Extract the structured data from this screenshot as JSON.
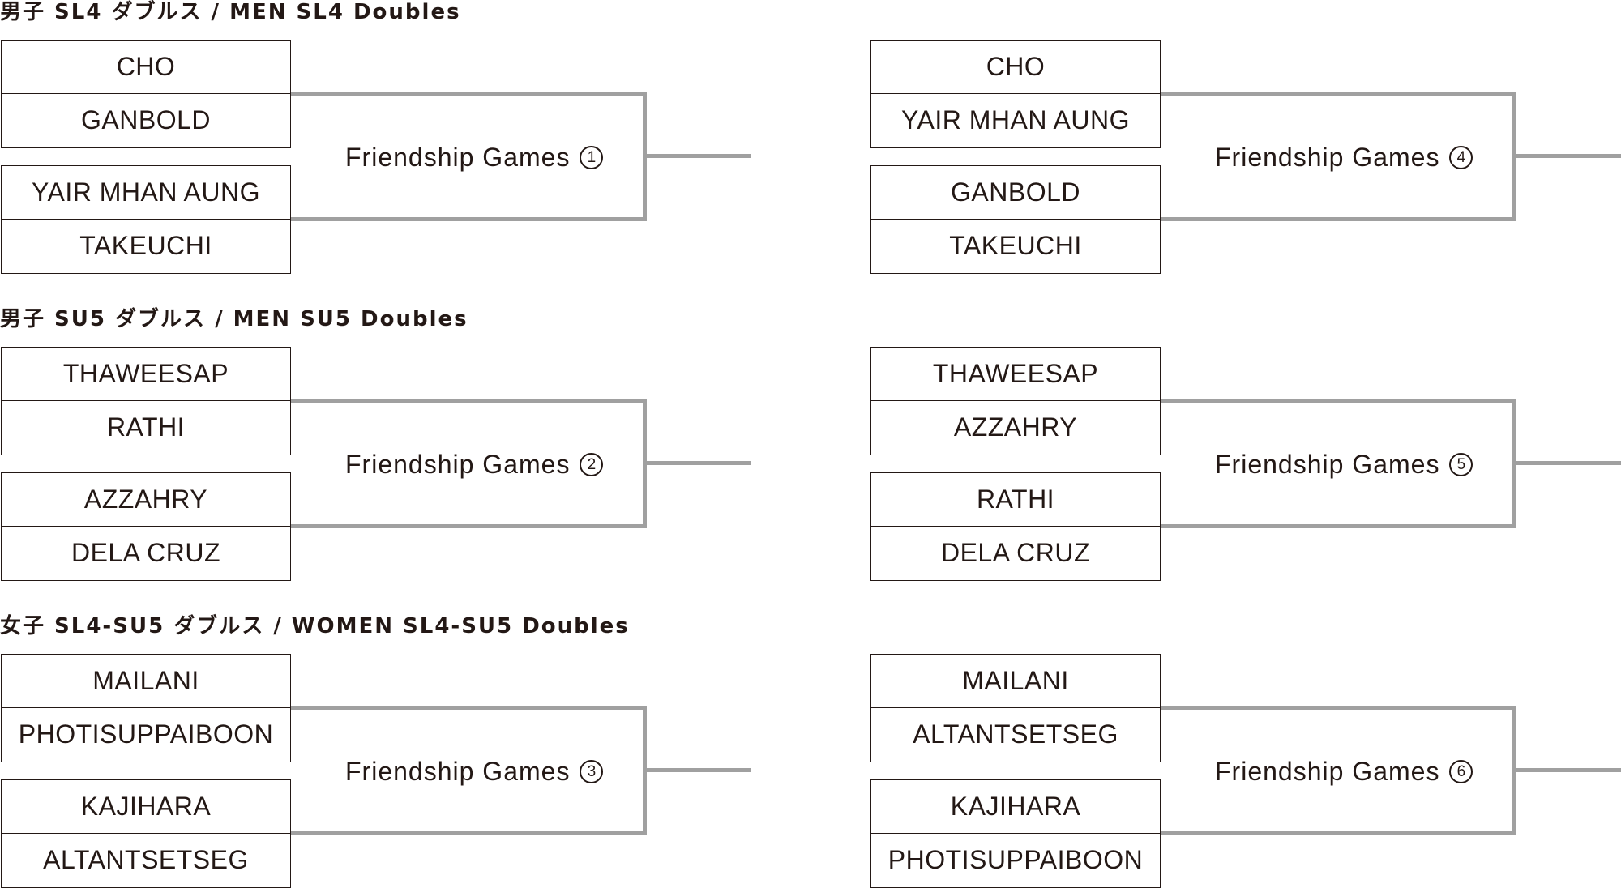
{
  "sections": [
    {
      "title": "男子 SL4 ダブルス / MEN SL4 Doubles",
      "brackets": [
        {
          "team_a": [
            "CHO",
            "GANBOLD"
          ],
          "team_b": [
            "YAIR MHAN AUNG",
            "TAKEUCHI"
          ],
          "match_label": "Friendship Games",
          "match_number": "1"
        },
        {
          "team_a": [
            "CHO",
            "YAIR MHAN AUNG"
          ],
          "team_b": [
            "GANBOLD",
            "TAKEUCHI"
          ],
          "match_label": "Friendship Games",
          "match_number": "4"
        }
      ]
    },
    {
      "title": "男子 SU5 ダブルス / MEN SU5 Doubles",
      "brackets": [
        {
          "team_a": [
            "THAWEESAP",
            "RATHI"
          ],
          "team_b": [
            "AZZAHRY",
            "DELA CRUZ"
          ],
          "match_label": "Friendship Games",
          "match_number": "2"
        },
        {
          "team_a": [
            "THAWEESAP",
            "AZZAHRY"
          ],
          "team_b": [
            "RATHI",
            "DELA CRUZ"
          ],
          "match_label": "Friendship Games",
          "match_number": "5"
        }
      ]
    },
    {
      "title": "女子 SL4-SU5 ダブルス / WOMEN SL4-SU5 Doubles",
      "brackets": [
        {
          "team_a": [
            "MAILANI",
            "PHOTISUPPAIBOON"
          ],
          "team_b": [
            "KAJIHARA",
            "ALTANTSETSEG"
          ],
          "match_label": "Friendship Games",
          "match_number": "3"
        },
        {
          "team_a": [
            "MAILANI",
            "ALTANTSETSEG"
          ],
          "team_b": [
            "KAJIHARA",
            "PHOTISUPPAIBOON"
          ],
          "match_label": "Friendship Games",
          "match_number": "6"
        }
      ]
    }
  ]
}
